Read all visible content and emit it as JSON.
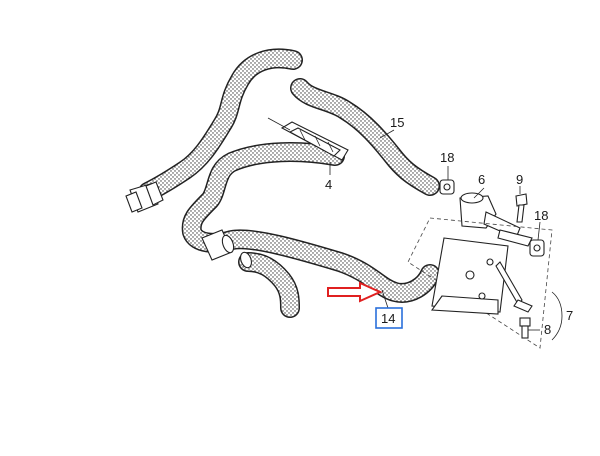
{
  "diagram": {
    "callouts": {
      "c4": "4",
      "c6": "6",
      "c7": "7",
      "c8": "8",
      "c9": "9",
      "c14": "14",
      "c15": "15",
      "c18a": "18",
      "c18b": "18"
    },
    "colors": {
      "highlight_arrow": "#e02020",
      "highlight_box": "#2a6fdb",
      "line": "#222222"
    }
  }
}
